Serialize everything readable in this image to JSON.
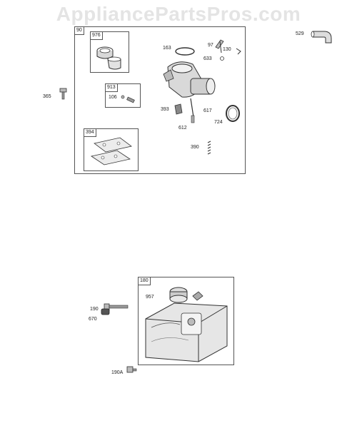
{
  "watermark": "AppliancePartsPros.com",
  "assemblies": {
    "carburetor": {
      "id": "90",
      "sub_kits": [
        {
          "id": "976"
        },
        {
          "id": "913",
          "parts": [
            "106"
          ]
        },
        {
          "id": "394"
        }
      ],
      "parts": [
        "163",
        "97",
        "633",
        "130",
        "393",
        "617",
        "612",
        "724",
        "390"
      ]
    },
    "fuel_tank": {
      "id": "180",
      "parts": [
        "957"
      ]
    }
  },
  "loose_parts": [
    "529",
    "365",
    "190",
    "670",
    "190A"
  ]
}
